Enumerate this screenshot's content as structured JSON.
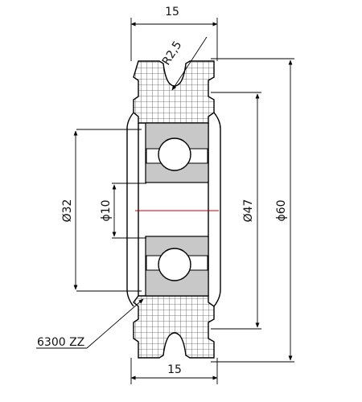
{
  "dimensions": {
    "top_width": "15",
    "bottom_width": "15",
    "groove_radius": "R2,5",
    "bearing_outer_dia": "Ø32",
    "bore_dia": "ϕ10",
    "rim_dia": "Ø47",
    "outer_dia": "ϕ60"
  },
  "labels": {
    "bearing_code": "6300 ZZ"
  },
  "colors": {
    "hatch": "#555555",
    "bearing_ring": "#c8c8c8",
    "centerline": "#cc0000",
    "line": "#000000"
  }
}
